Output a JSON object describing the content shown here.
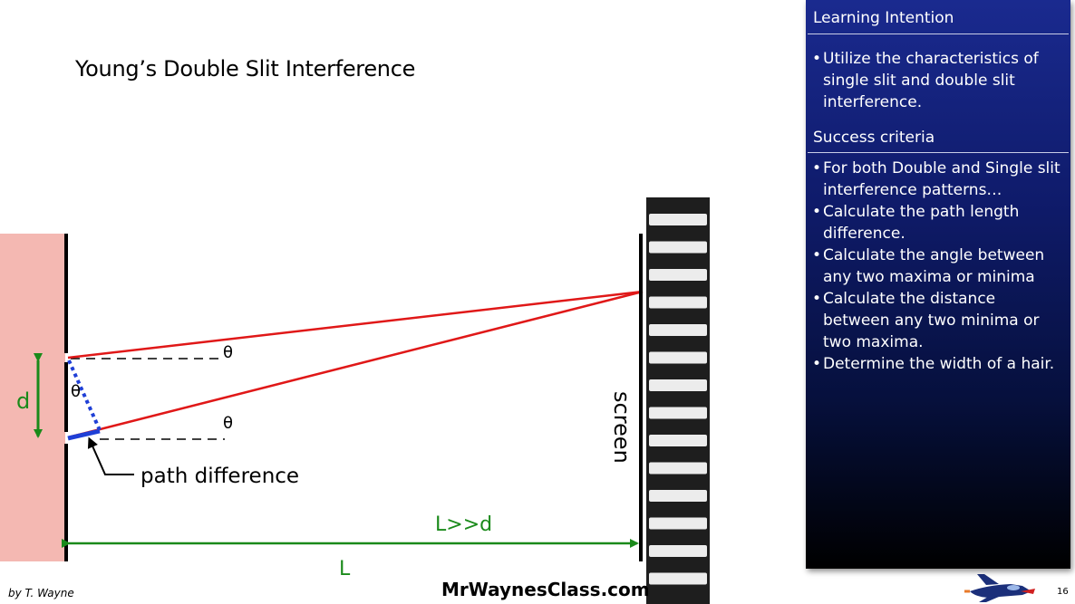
{
  "slide": {
    "title": "Young’s Double Slit Interference",
    "page_number": "16"
  },
  "diagram": {
    "label_d": "d",
    "label_theta_top": "θ",
    "label_theta_bottom": "θ",
    "label_theta_small": "θ",
    "label_path_difference": "path difference",
    "label_screen": "screen",
    "label_l_much_greater": "L>>d",
    "label_l": "L",
    "colors": {
      "barrier_fill": "#f4b8b2",
      "ray": "#e01818",
      "dimension": "#1a8a1a",
      "path_difference": "#1f3fd6"
    },
    "fringe_count": 14
  },
  "panel": {
    "learning_heading": "Learning Intention",
    "learning_items": [
      "Utilize the characteristics of single slit and double slit interference."
    ],
    "success_heading": "Success criteria",
    "success_items": [
      "For both Double and Single slit interference patterns…",
      "Calculate the path length difference.",
      "Calculate the angle between any two maxima or minima",
      "Calculate the distance between any two minima or two maxima.",
      "Determine the width of a hair."
    ]
  },
  "footer": {
    "author": "by T. Wayne",
    "site": "MrWaynesClass.com",
    "logo_icon": "jet-icon"
  }
}
